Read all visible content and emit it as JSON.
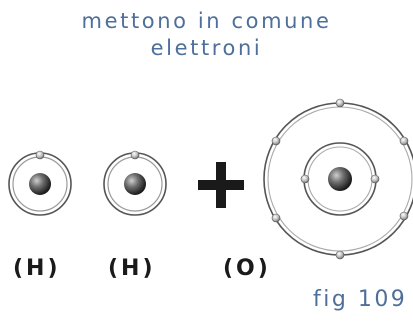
{
  "heading": {
    "line1": "mettono in comune",
    "line2": "elettroni"
  },
  "atoms": [
    {
      "symbol": "(H)",
      "shells": 1
    },
    {
      "symbol": "(H)",
      "shells": 1
    },
    {
      "symbol": "(O)",
      "shells": 2
    }
  ],
  "operator": "+",
  "caption": "fig 109"
}
